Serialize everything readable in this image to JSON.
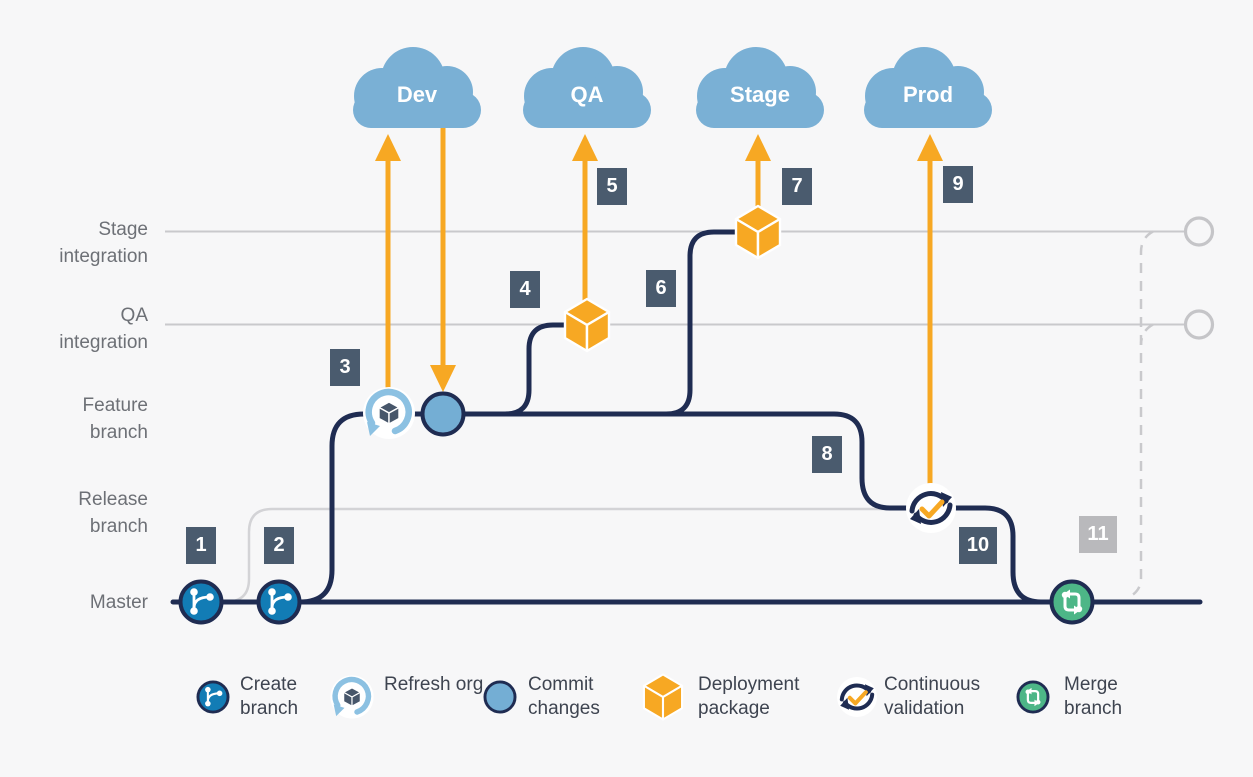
{
  "environments": [
    {
      "label": "Dev"
    },
    {
      "label": "QA"
    },
    {
      "label": "Stage"
    },
    {
      "label": "Prod"
    }
  ],
  "lanes": [
    {
      "label": "Stage integration"
    },
    {
      "label": "QA integration"
    },
    {
      "label": "Feature branch"
    },
    {
      "label": "Release branch"
    },
    {
      "label": "Master"
    }
  ],
  "steps": [
    {
      "number": "1"
    },
    {
      "number": "2"
    },
    {
      "number": "3"
    },
    {
      "number": "4"
    },
    {
      "number": "5"
    },
    {
      "number": "6"
    },
    {
      "number": "7"
    },
    {
      "number": "8"
    },
    {
      "number": "9"
    },
    {
      "number": "10"
    },
    {
      "number": "11"
    }
  ],
  "legend": [
    {
      "icon": "create-branch-icon",
      "label": "Create branch"
    },
    {
      "icon": "refresh-org-icon",
      "label": "Refresh org"
    },
    {
      "icon": "commit-changes-icon",
      "label": "Commit changes"
    },
    {
      "icon": "deployment-package-icon",
      "label": "Deployment package"
    },
    {
      "icon": "continuous-validation-icon",
      "label": "Continuous validation"
    },
    {
      "icon": "merge-branch-icon",
      "label": "Merge branch"
    }
  ],
  "colors": {
    "background": "#f7f7f8",
    "cloud_blue": "#7ab0d5",
    "flow_navy": "#1f2c52",
    "accent_orange": "#f7a823",
    "lane_gray": "#c9c9cc",
    "badge_slate": "#4a5b6e",
    "badge_muted": "#b9b9bc",
    "create_blue": "#127cb5",
    "commit_blue": "#74aed4",
    "merge_green": "#4db687",
    "refresh_blue": "#8cc1e2",
    "cube_slate": "#47566a",
    "lane_label_gray": "#6d7076",
    "legend_text": "#3e4450"
  }
}
